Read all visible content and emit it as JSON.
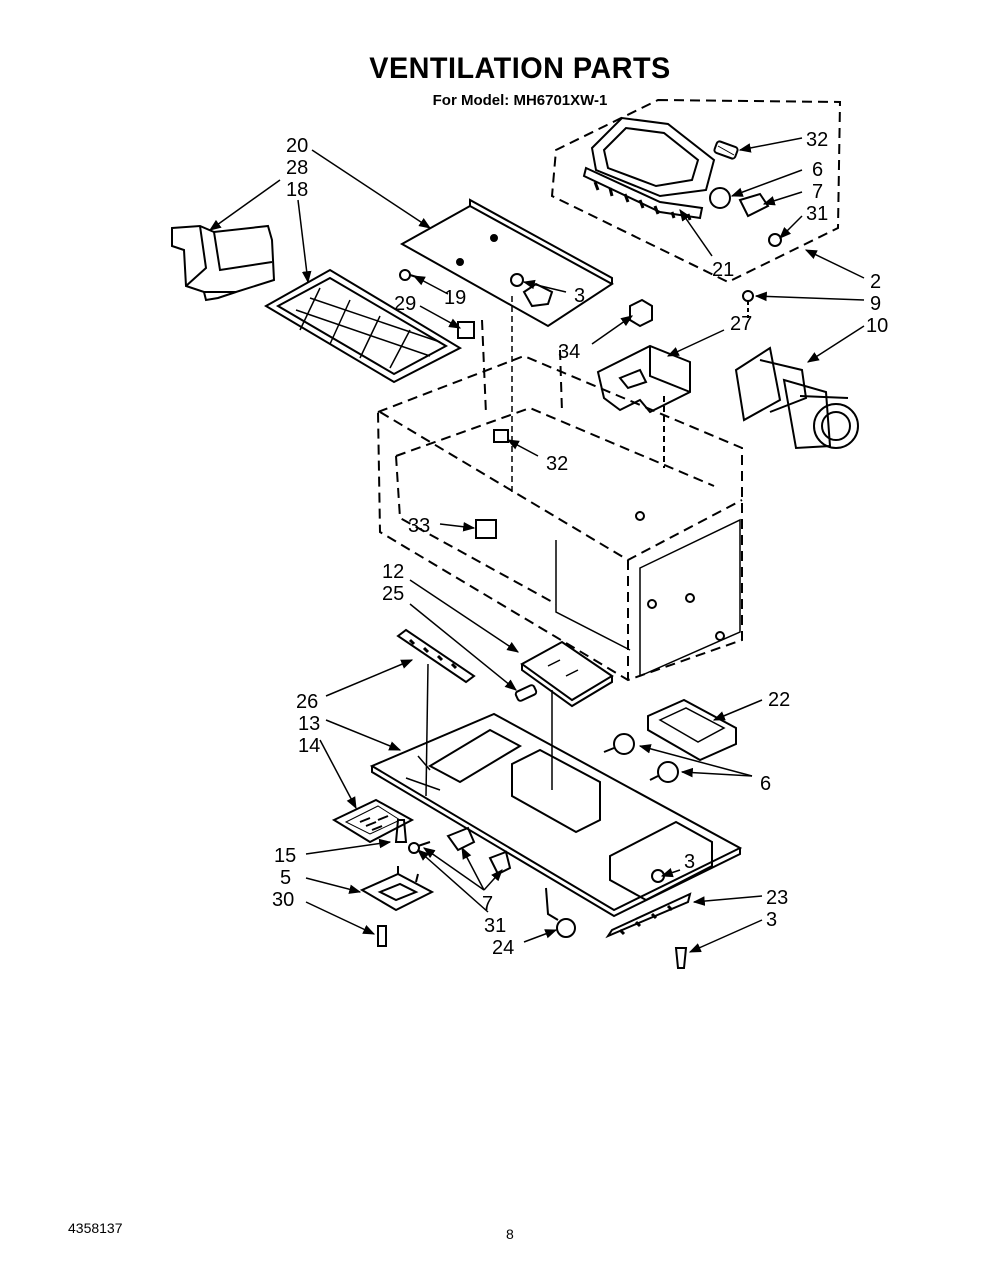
{
  "page": {
    "title": "VENTILATION PARTS",
    "subtitle": "For Model: MH6701XW-1",
    "document_number": "4358137",
    "page_number": "8"
  },
  "callouts": [
    {
      "id": "c20",
      "label": "20"
    },
    {
      "id": "c28",
      "label": "28"
    },
    {
      "id": "c18",
      "label": "18"
    },
    {
      "id": "c19",
      "label": "19"
    },
    {
      "id": "c3a",
      "label": "3"
    },
    {
      "id": "c29",
      "label": "29"
    },
    {
      "id": "c32a",
      "label": "32"
    },
    {
      "id": "c6a",
      "label": "6"
    },
    {
      "id": "c7a",
      "label": "7"
    },
    {
      "id": "c31a",
      "label": "31"
    },
    {
      "id": "c21",
      "label": "21"
    },
    {
      "id": "c2",
      "label": "2"
    },
    {
      "id": "c9",
      "label": "9"
    },
    {
      "id": "c10",
      "label": "10"
    },
    {
      "id": "c34",
      "label": "34"
    },
    {
      "id": "c27",
      "label": "27"
    },
    {
      "id": "c32b",
      "label": "32"
    },
    {
      "id": "c33",
      "label": "33"
    },
    {
      "id": "c12",
      "label": "12"
    },
    {
      "id": "c25",
      "label": "25"
    },
    {
      "id": "c26",
      "label": "26"
    },
    {
      "id": "c13",
      "label": "13"
    },
    {
      "id": "c14",
      "label": "14"
    },
    {
      "id": "c22",
      "label": "22"
    },
    {
      "id": "c6b",
      "label": "6"
    },
    {
      "id": "c15",
      "label": "15"
    },
    {
      "id": "c5",
      "label": "5"
    },
    {
      "id": "c30",
      "label": "30"
    },
    {
      "id": "c7b",
      "label": "7"
    },
    {
      "id": "c31b",
      "label": "31"
    },
    {
      "id": "c24",
      "label": "24"
    },
    {
      "id": "c3b",
      "label": "3"
    },
    {
      "id": "c23",
      "label": "23"
    },
    {
      "id": "c3c",
      "label": "3"
    }
  ]
}
